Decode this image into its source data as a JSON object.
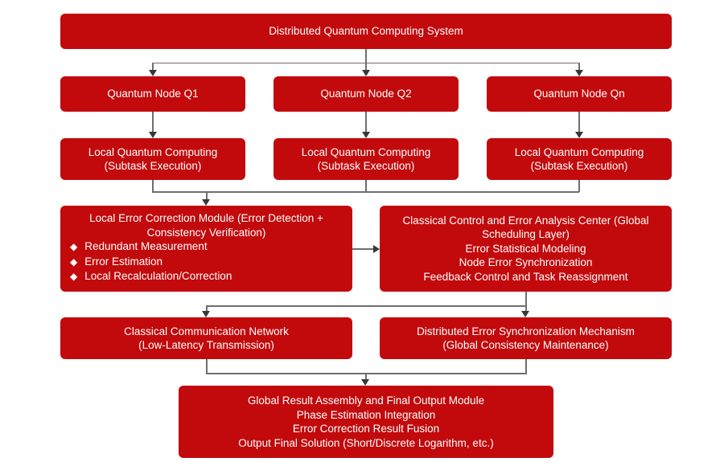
{
  "diagram": {
    "background": "#ffffff",
    "box_color": "#c20a0c",
    "line_color": "#6e6e6e",
    "arrow_color": "#383838",
    "text_color": "#ffffff"
  },
  "boxes": {
    "title": "Distributed Quantum Computing System",
    "node_q1": "Quantum Node Q1",
    "node_q2": "Quantum Node Q2",
    "node_qn": "Quantum Node Qn",
    "local_qc": {
      "line1": "Local Quantum Computing",
      "line2": "(Subtask Execution)"
    },
    "error_correction": {
      "title": "Local Error Correction Module (Error Detection + Consistency Verification)",
      "bullet_glyph": "◆",
      "bullets": [
        "Redundant Measurement",
        "Error Estimation",
        "Local Recalculation/Correction"
      ]
    },
    "control_center": {
      "lines": [
        "Classical Control and Error Analysis Center (Global Scheduling Layer)",
        "Error Statistical Modeling",
        "Node Error Synchronization",
        "Feedback Control and Task Reassignment"
      ]
    },
    "comm_network": {
      "line1": "Classical Communication Network",
      "line2": "(Low-Latency Transmission)"
    },
    "sync_mechanism": {
      "line1": "Distributed Error Synchronization Mechanism",
      "line2": "(Global Consistency Maintenance)"
    },
    "final_output": {
      "lines": [
        "Global Result Assembly and Final Output Module",
        "Phase Estimation Integration",
        "Error Correction Result Fusion",
        "Output Final Solution (Short/Discrete Logarithm, etc.)"
      ]
    }
  }
}
